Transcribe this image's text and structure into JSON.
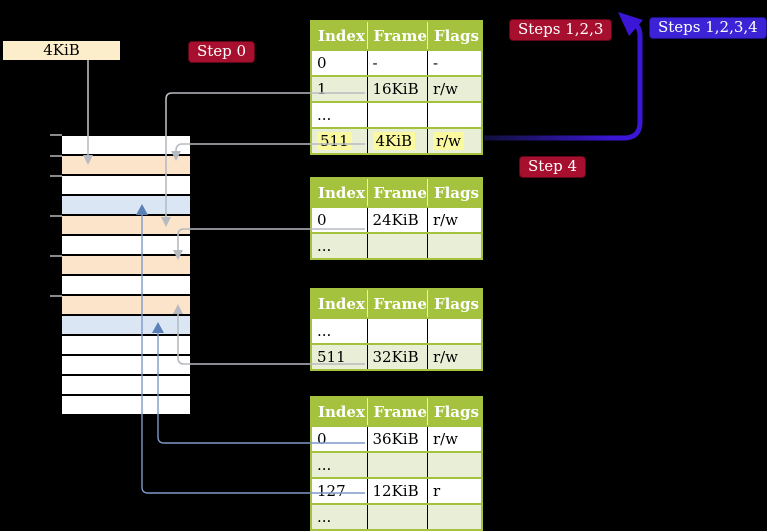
{
  "colors": {
    "table-green": "#a4c23d",
    "row-green": "#e9efd6",
    "row-peach": "#fce4cb",
    "row-blue": "#dbe6f5",
    "highlight-yellow": "#fbf9a0",
    "frame-box-cream": "#fceeca",
    "label-red": "#a60f2e",
    "label-blue": "#3c23d6",
    "arrow-gray": "#b7bbc1",
    "arrow-steelblue": "#7d99c7",
    "arrowhead-steelblue": "#5b80b8",
    "arrow-bright-blue": "#3b16d6",
    "arrow-navy-tail": "#10103a",
    "tick-gray": "#8a8a8a"
  },
  "labels": {
    "frame_box": "4KiB",
    "step0": "Step 0",
    "steps123": "Steps 1,2,3",
    "steps1234": "Steps 1,2,3,4",
    "step4": "Step 4"
  },
  "page_tables": [
    {
      "name": "page-table-1",
      "headers": [
        "Index",
        "Frame",
        "Flags"
      ],
      "rows": [
        [
          "0",
          "-",
          "-"
        ],
        [
          "1",
          "16KiB",
          "r/w"
        ],
        [
          "...",
          "",
          ""
        ],
        [
          "511",
          "4KiB",
          "r/w"
        ]
      ],
      "highlighted_row": "511 | 4KiB | r/w"
    },
    {
      "name": "page-table-2",
      "headers": [
        "Index",
        "Frame",
        "Flags"
      ],
      "rows": [
        [
          "0",
          "24KiB",
          "r/w"
        ],
        [
          "...",
          "",
          ""
        ]
      ]
    },
    {
      "name": "page-table-3",
      "headers": [
        "Index",
        "Frame",
        "Flags"
      ],
      "rows": [
        [
          "...",
          "",
          ""
        ],
        [
          "511",
          "32KiB",
          "r/w"
        ]
      ]
    },
    {
      "name": "page-table-4",
      "headers": [
        "Index",
        "Frame",
        "Flags"
      ],
      "rows": [
        [
          "0",
          "36KiB",
          "r/w"
        ],
        [
          "...",
          "",
          ""
        ],
        [
          "127",
          "12KiB",
          "r"
        ],
        [
          "...",
          "",
          ""
        ]
      ]
    }
  ],
  "memory_column": {
    "rows": [
      "white",
      "peach",
      "white",
      "blue",
      "peach",
      "white",
      "peach",
      "white",
      "peach",
      "blue",
      "white",
      "white",
      "white",
      "white"
    ]
  }
}
